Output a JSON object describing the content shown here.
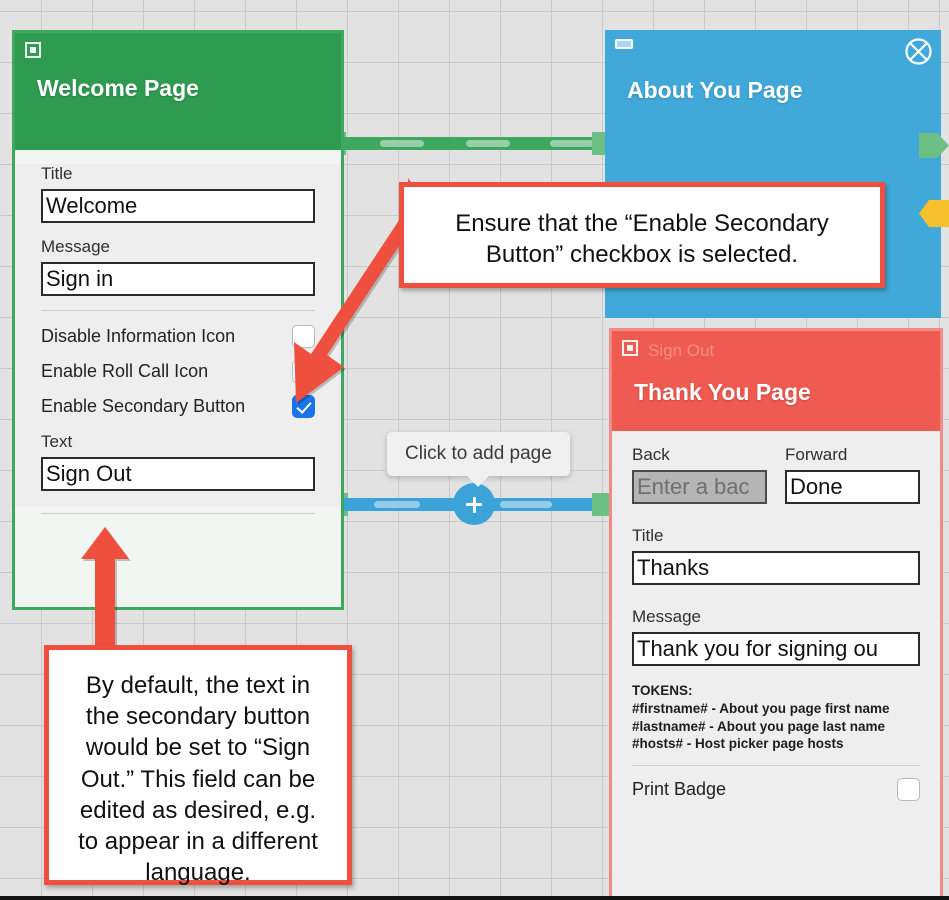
{
  "canvas": {
    "background_color": "#e2e2e2",
    "grid_color": "#c9c9c9"
  },
  "cards": {
    "welcome": {
      "title": "Welcome Page",
      "header_color": "#2f9b51",
      "border_color": "#3fa85f",
      "header_icon": "square-page-icon",
      "fields": [
        {
          "label": "Title",
          "value": "Welcome"
        },
        {
          "label": "Message",
          "value": "Sign in"
        }
      ],
      "options": [
        {
          "label": "Disable Information Icon",
          "checked": false
        },
        {
          "label": "Enable Roll Call Icon",
          "checked": false
        },
        {
          "label": "Enable Secondary Button",
          "checked": true
        }
      ],
      "secondary_text_label": "Text",
      "secondary_text_value": "Sign Out"
    },
    "about": {
      "title": "About You Page",
      "header_color": "#41a9da",
      "header_icon": "bar-page-icon",
      "close_icon": "close-circle-x-icon"
    },
    "thanks": {
      "title": "Thank You Page",
      "header_color": "#ef5a51",
      "border_color": "#ef8a85",
      "header_icon": "square-page-icon",
      "header_ghost_label": "Sign Out",
      "nav": [
        {
          "label": "Back",
          "value": "Enter a bac",
          "placeholder": "Enter a back button label",
          "disabled": true
        },
        {
          "label": "Forward",
          "value": "Done",
          "disabled": false
        }
      ],
      "fields": [
        {
          "label": "Title",
          "value": "Thanks"
        },
        {
          "label": "Message",
          "value": "Thank you for signing ou"
        }
      ],
      "tokens": {
        "heading": "TOKENS:",
        "lines": [
          "#firstname# - About you page first name",
          "#lastname# - About you page last name",
          "#hosts# - Host picker page hosts"
        ]
      },
      "options": [
        {
          "label": "Print Badge",
          "checked": false
        }
      ]
    }
  },
  "connectors": {
    "top": {
      "color": "#3fa85f",
      "from": "welcome",
      "to": "about"
    },
    "middle": {
      "color": "#3ba3d8",
      "from": "welcome",
      "to": "thanks"
    },
    "about_right_green": {
      "color": "#6cc083"
    },
    "about_right_yellow": {
      "color": "#f5c02c"
    }
  },
  "add_page": {
    "tooltip": "Click to add page",
    "button_icon": "plus-icon",
    "button_color": "#3ba3d8"
  },
  "annotations": {
    "accent_color": "#ef4f3f",
    "top_callout": {
      "line1": "Ensure that the “Enable Secondary",
      "line2": "Button” checkbox is selected."
    },
    "bottom_callout": {
      "line1": "By default, the text in",
      "line2": "the secondary button",
      "line3": "would be set to “Sign",
      "line4": "Out.” This field can be",
      "line5": "edited as desired, e.g.",
      "line6": "to appear in a different",
      "line7": "language."
    }
  }
}
